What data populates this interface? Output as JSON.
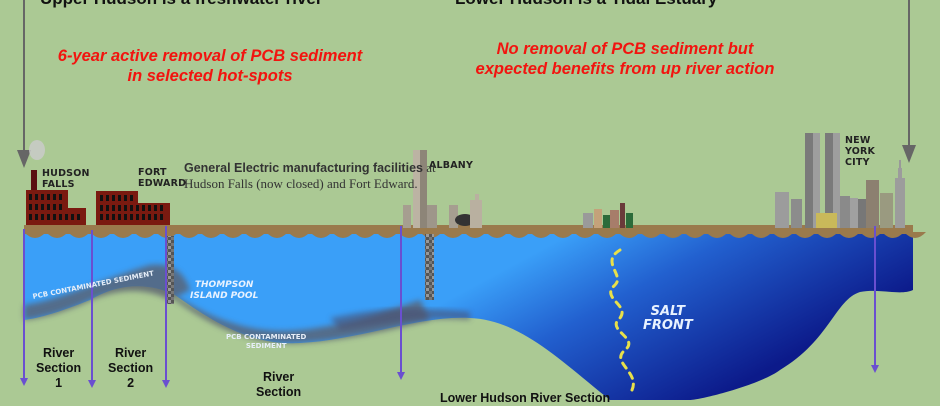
{
  "header": {
    "left_caption_partial": "Upper Hudson is a freshwater river",
    "right_caption_partial": "Lower Hudson is a Tidal Estuary"
  },
  "callouts": {
    "upper_action_line1": "6-year active removal of PCB sediment",
    "upper_action_line2": "in selected hot-spots",
    "lower_action_line1": "No removal of PCB sediment but",
    "lower_action_line2": "expected benefits from up river action"
  },
  "places": {
    "hudson_falls": [
      "HUDSON",
      "FALLS"
    ],
    "fort_edward": [
      "FORT",
      "EDWARD"
    ],
    "albany": "ALBANY",
    "new_york_city": [
      "NEW",
      "YORK",
      "CITY"
    ]
  },
  "ge_note": {
    "bold": "General Electric manufacturing facilities",
    "rest_line1": " at",
    "line2": "Hudson Falls (now closed) and Fort Edward."
  },
  "water_labels": {
    "thompson": [
      "THOMPSON",
      "ISLAND POOL"
    ],
    "salt_front": [
      "SALT",
      "FRONT"
    ],
    "sediment_upper": "PCB CONTAMINATED SEDIMENT",
    "sediment_lower": [
      "PCB CONTAMINATED",
      "SEDIMENT"
    ]
  },
  "sections": {
    "s1": [
      "River",
      "Section",
      "1"
    ],
    "s2": [
      "River",
      "Section",
      "2"
    ],
    "s3": [
      "River",
      "Section"
    ],
    "lower": "Lower Hudson River Section"
  },
  "colors": {
    "background": "#abc994",
    "highlight_red": "#f2140f",
    "river_light": "#3b9cf7",
    "river_dark": "#0d1f8f",
    "riverbank": "#9a7a4c",
    "factory": "#7a1a10",
    "section_marker": "#6a4fd0"
  }
}
